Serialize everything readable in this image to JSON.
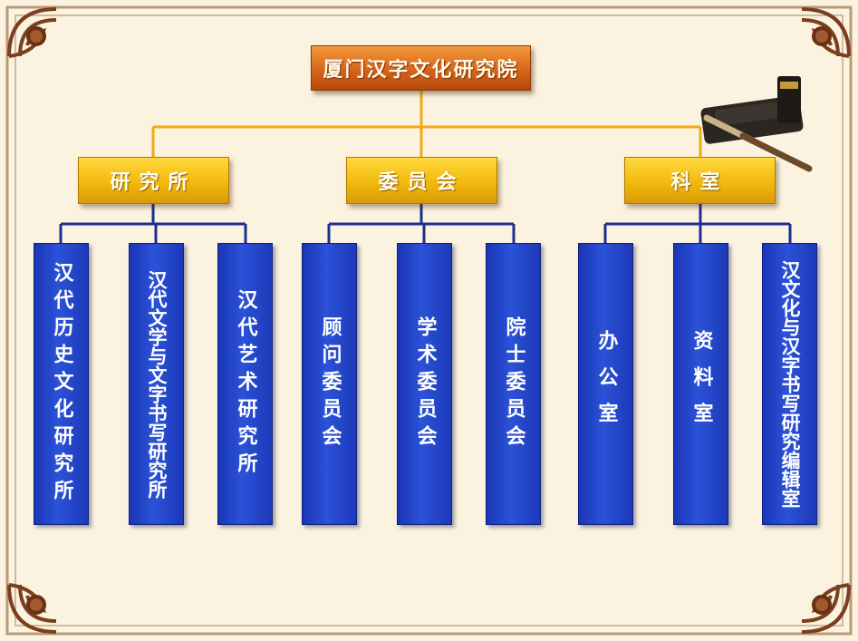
{
  "root": {
    "label": "厦门汉字文化研究院"
  },
  "groups": [
    {
      "label": "研究所",
      "units": [
        "汉代历史文化研究所",
        "汉代文学与文字书写研究所",
        "汉代艺术研究所"
      ]
    },
    {
      "label": "委员会",
      "units": [
        "顾问委员会",
        "学术委员会",
        "院士委员会"
      ]
    },
    {
      "label": "科室",
      "units": [
        "办公室",
        "资料室",
        "汉文化与汉字书写研究编辑室"
      ]
    }
  ],
  "colors": {
    "connector": "#f0a818",
    "connector_lower": "#1c2f8f",
    "leaf_fill": "#2445c8",
    "mid_fill": "#f5c01c",
    "root_fill": "#e0721e"
  },
  "decor": {
    "corner_ornaments": "ornament-icon",
    "inkstone": "inkstone-brush-icon"
  }
}
